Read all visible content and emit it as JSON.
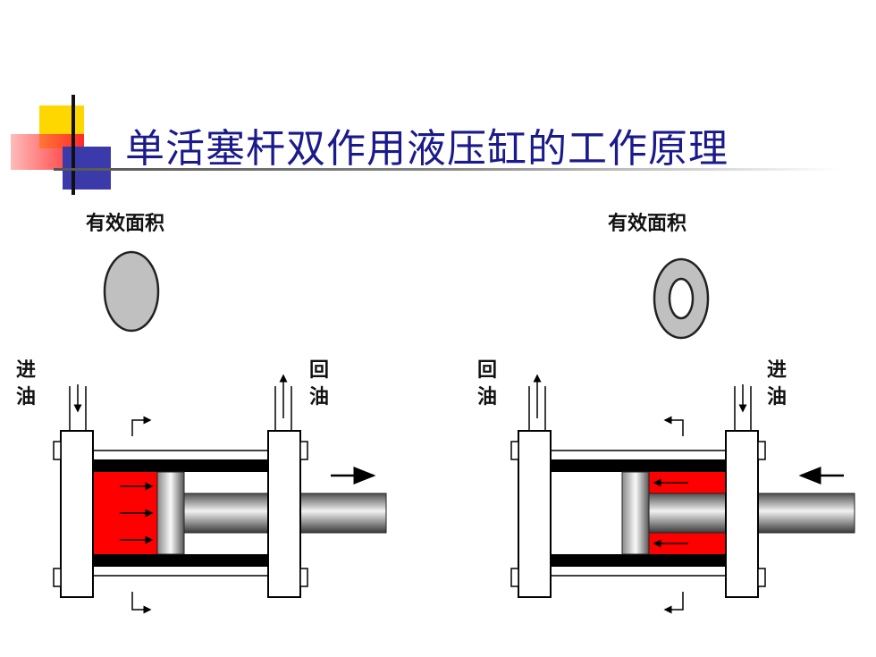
{
  "title": "单活塞杆双作用液压缸的工作原理",
  "left": {
    "area_label": "有效面积",
    "port_left": "进油",
    "port_right": "回油"
  },
  "right": {
    "area_label": "有效面积",
    "port_left": "回油",
    "port_right": "进油"
  },
  "colors": {
    "title": "#1a1a8c",
    "oil": "#ff0000",
    "deco_yellow": "#ffd700",
    "deco_red": "#ff3333",
    "deco_blue": "#3333aa",
    "area_gray": "#c0c0c0"
  }
}
